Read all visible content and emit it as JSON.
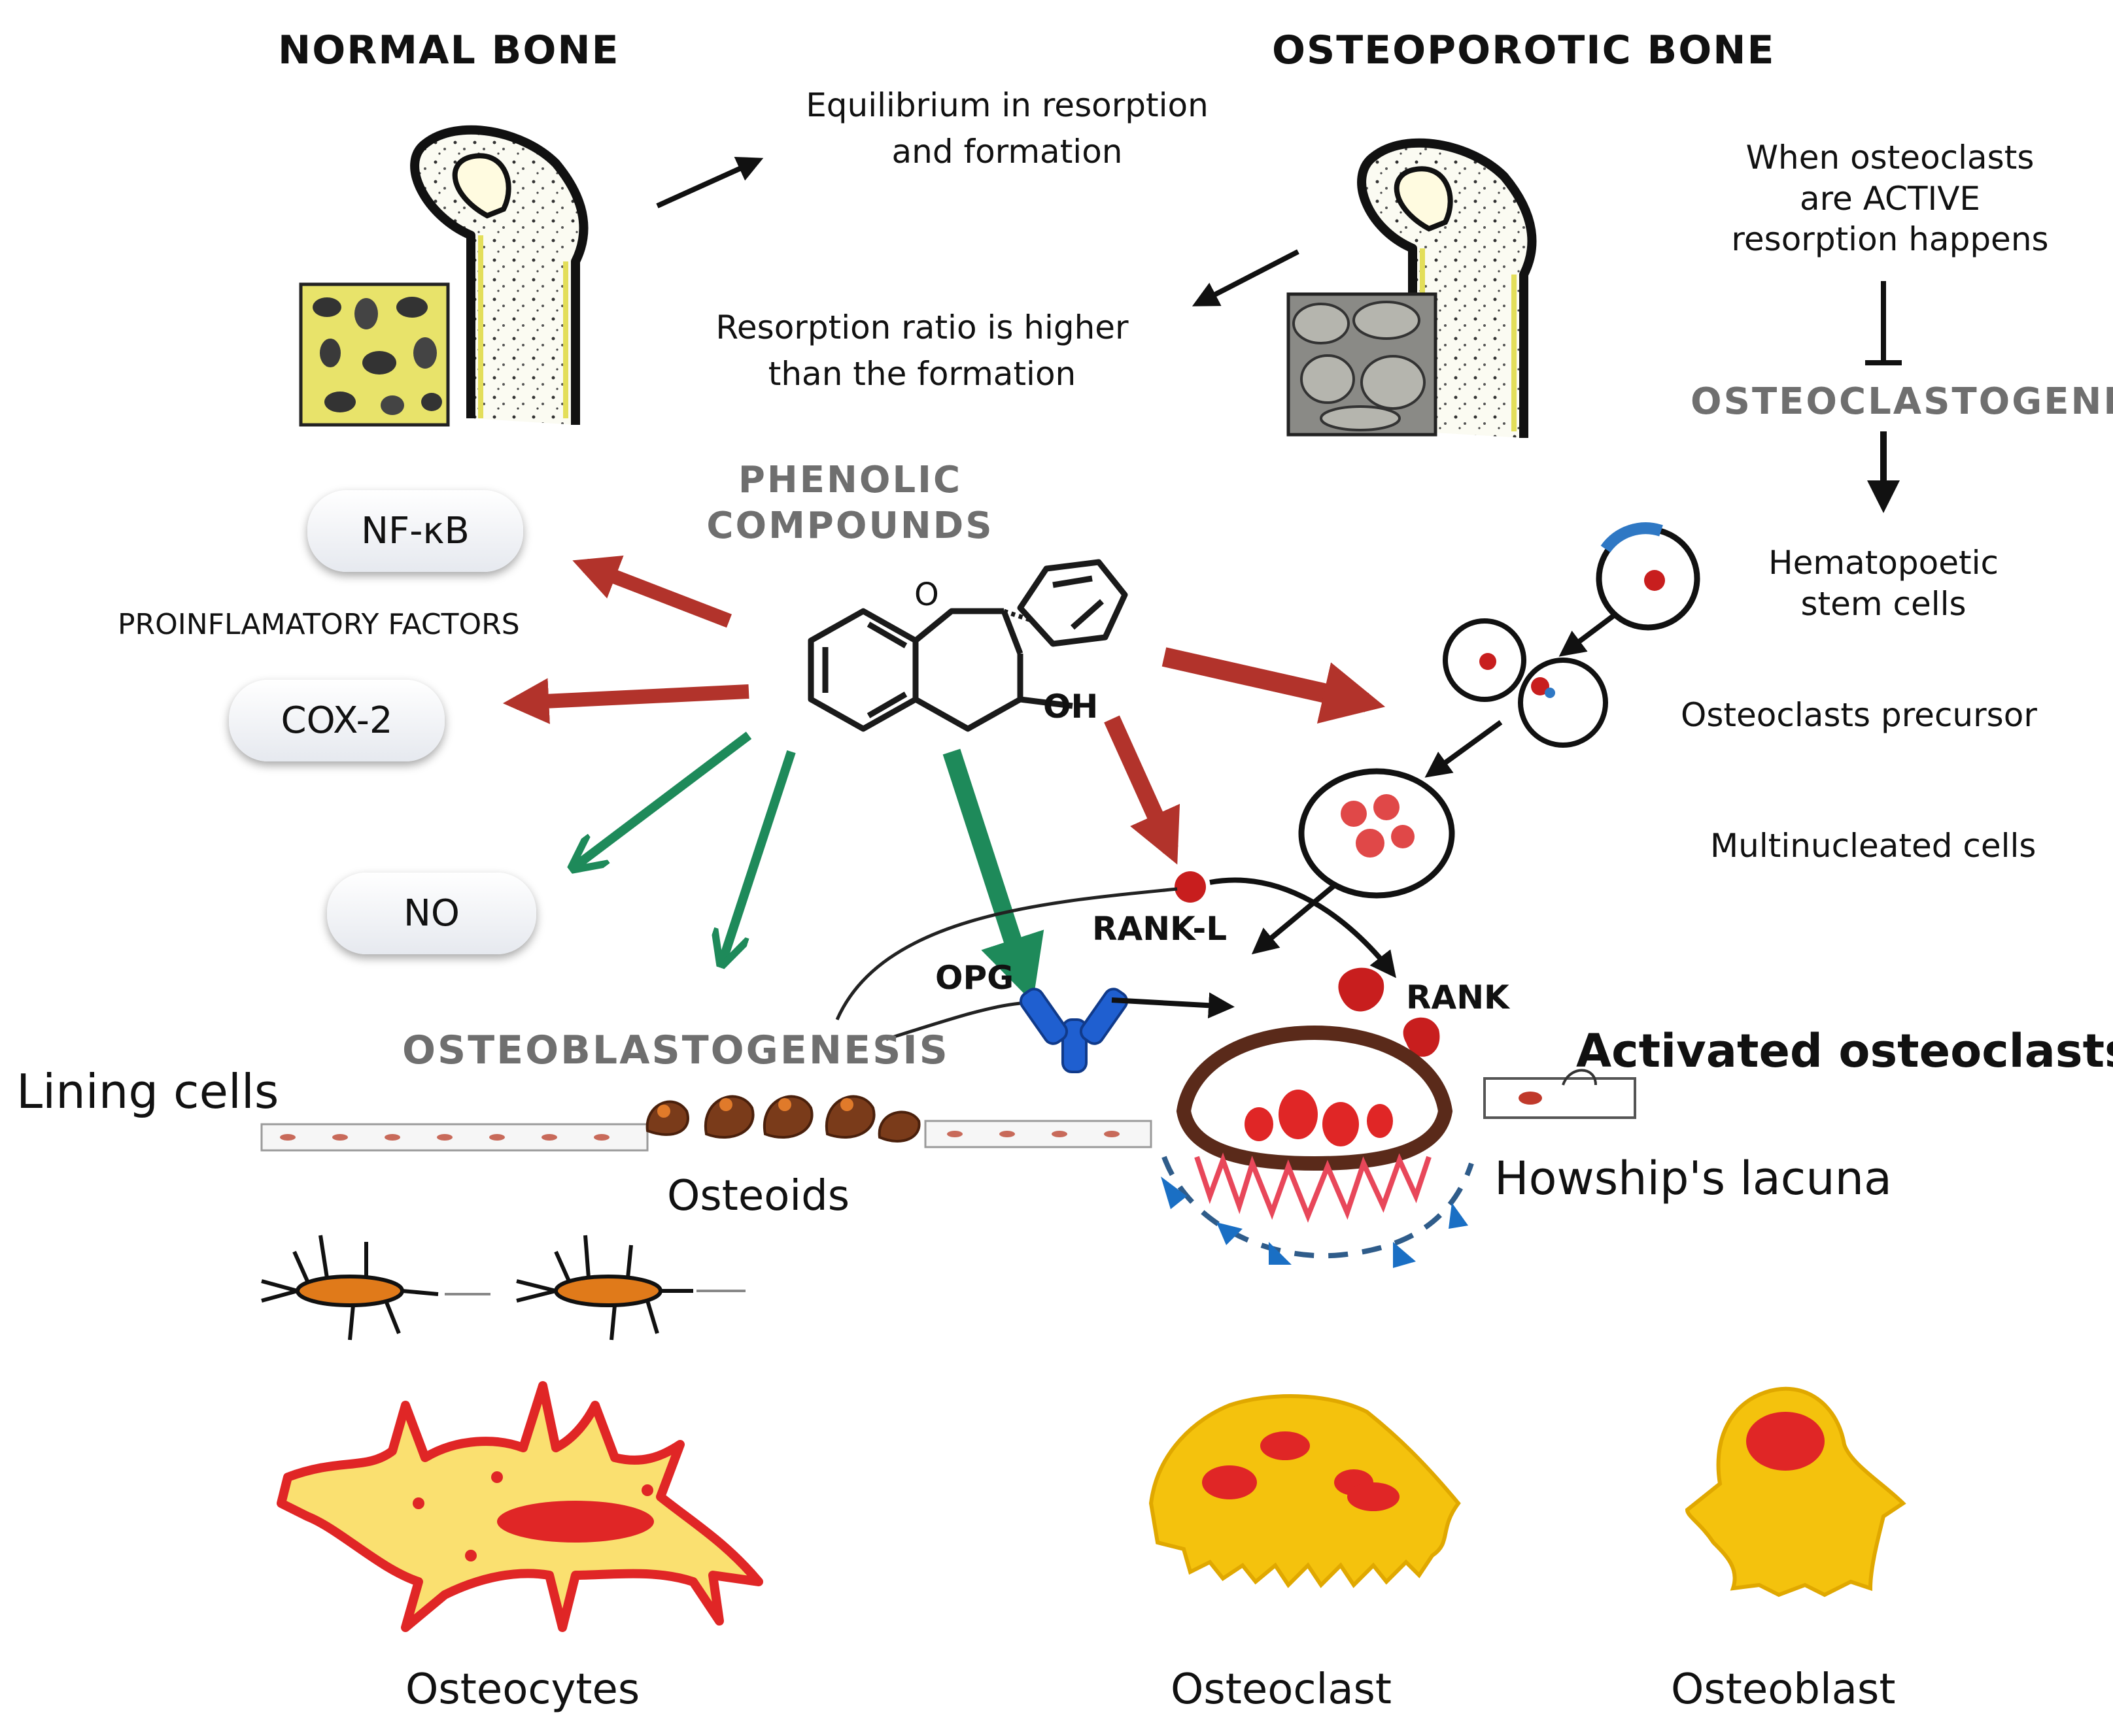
{
  "headings": {
    "normal_bone": "NORMAL BONE",
    "osteoporotic_bone": "OSTEOPOROTIC BONE"
  },
  "notes": {
    "equilibrium_line1": "Equilibrium in resorption",
    "equilibrium_line2": "and formation",
    "resorption_line1": "Resorption ratio is higher",
    "resorption_line2": "than the formation",
    "active_line1": "When osteoclasts",
    "active_line2": "are ACTIVE",
    "active_line3": "resorption happens"
  },
  "process": {
    "osteoclastogenesis": "OSTEOCLASTOGENESIS",
    "osteoblastogenesis": "OSTEOBLASTOGENESIS",
    "phenolic_line1": "PHENOLIC",
    "phenolic_line2": "COMPOUNDS"
  },
  "factors": {
    "nfkb": "NF-κB",
    "proinflammatory": "PROINFLAMATORY FACTORS",
    "cox2": "COX-2",
    "no": "NO"
  },
  "molecule": {
    "oh": "OH",
    "o": "O"
  },
  "stages": {
    "hsc_line1": "Hematopoetic",
    "hsc_line2": "stem cells",
    "precursor": "Osteoclasts precursor",
    "multinucleated": "Multinucleated cells"
  },
  "markers": {
    "rankl": "RANK-L",
    "opg": "OPG",
    "rank": "RANK"
  },
  "tissue": {
    "lining_cells": "Lining cells",
    "osteoids": "Osteoids",
    "activated_osteoclasts": "Activated osteoclasts",
    "howship": "Howship's lacuna"
  },
  "cells": {
    "osteocytes": "Osteocytes",
    "osteoclast": "Osteoclast",
    "osteoblast": "Osteoblast"
  },
  "colors": {
    "inhibit_arrow": "#b2332b",
    "promote_arrow": "#1e8a5a",
    "nucleus_red": "#e02626",
    "cell_yellow": "#f4c20d",
    "opg_blue": "#1f5fd0",
    "bone_yellow": "#e8e36a"
  }
}
